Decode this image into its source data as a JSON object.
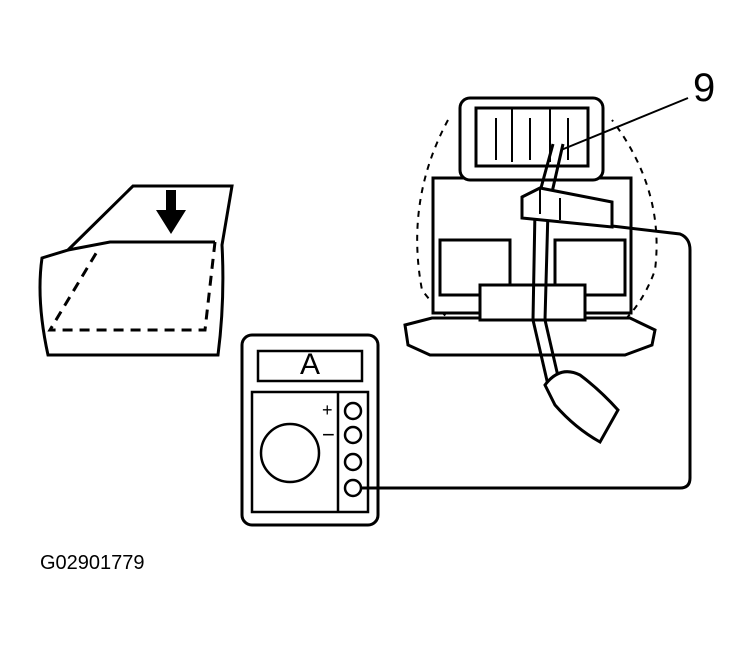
{
  "callout": {
    "number": "9"
  },
  "meter": {
    "display_text": "A",
    "plus_symbol": "+",
    "minus_symbol": "−"
  },
  "figure": {
    "code": "G02901779"
  }
}
